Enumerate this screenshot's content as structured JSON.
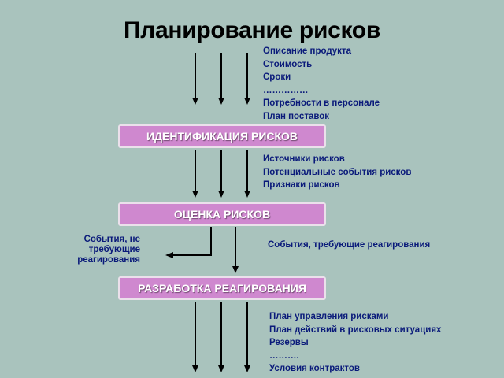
{
  "title": "Планирование рисков",
  "inputs": [
    "Описание продукта",
    "Стоимость",
    "Сроки",
    "……………",
    "Потребности в персонале",
    "План поставок"
  ],
  "boxes": {
    "identification": "ИДЕНТИФИКАЦИЯ РИСКОВ",
    "assessment": "ОЦЕНКА РИСКОВ",
    "response": "РАЗРАБОТКА РЕАГИРОВАНИЯ"
  },
  "identification_outputs": [
    "Источники рисков",
    "Потенциальные события рисков",
    "Признаки рисков"
  ],
  "assessment_outputs": {
    "left": "События, не требующие реагирования",
    "right": "События, требующие реагирования"
  },
  "response_outputs": [
    "План управления рисками",
    "План действий в рисковых ситуациях",
    "Резервы",
    "……….",
    "Условия контрактов"
  ],
  "colors": {
    "background": "#a9c3bd",
    "box_fill": "#cf88cf",
    "text": "#0a1a7a"
  }
}
